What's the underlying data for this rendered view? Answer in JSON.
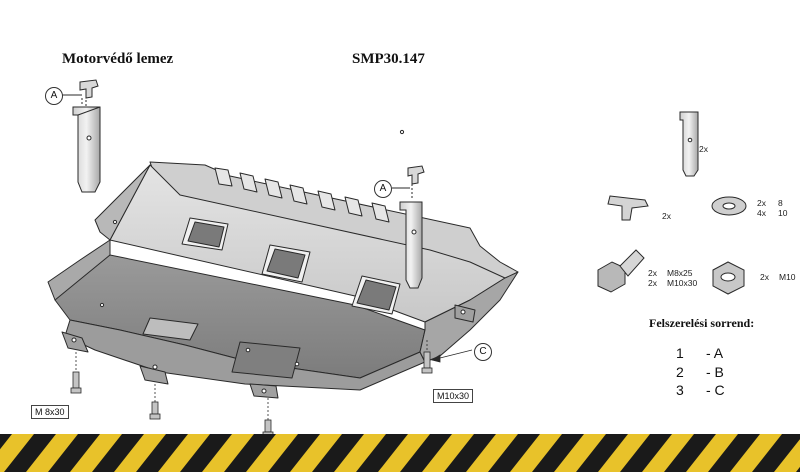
{
  "header": {
    "product_name": "Motorvédő lemez",
    "part_number": "SMP30.147"
  },
  "callouts": {
    "a_top": "A",
    "a_mid": "A",
    "c": "C"
  },
  "bolt_labels": {
    "left": "M 8x30",
    "right": "M10x30"
  },
  "parts": {
    "bracket_qty": "2x",
    "clip_qty": "2x",
    "washer": {
      "qty1": "2x",
      "qty2": "4x",
      "size1": "8",
      "size2": "10"
    },
    "bolt": {
      "qty1": "2x",
      "qty2": "2x",
      "size1": "M8x25",
      "size2": "M10x30"
    },
    "nut": {
      "qty": "2x",
      "size": "M10"
    }
  },
  "assembly_order": {
    "title": "Felszerelési sorrend:",
    "steps": [
      {
        "num": "1",
        "letter": "- A"
      },
      {
        "num": "2",
        "letter": "- B"
      },
      {
        "num": "3",
        "letter": "- C"
      }
    ]
  },
  "colors": {
    "hazard_yellow": "#e8c22a",
    "hazard_black": "#1a1a1a",
    "plate_light": "#d6d6d6",
    "plate_dark": "#8e8e8e",
    "outline": "#2a2a2a"
  }
}
